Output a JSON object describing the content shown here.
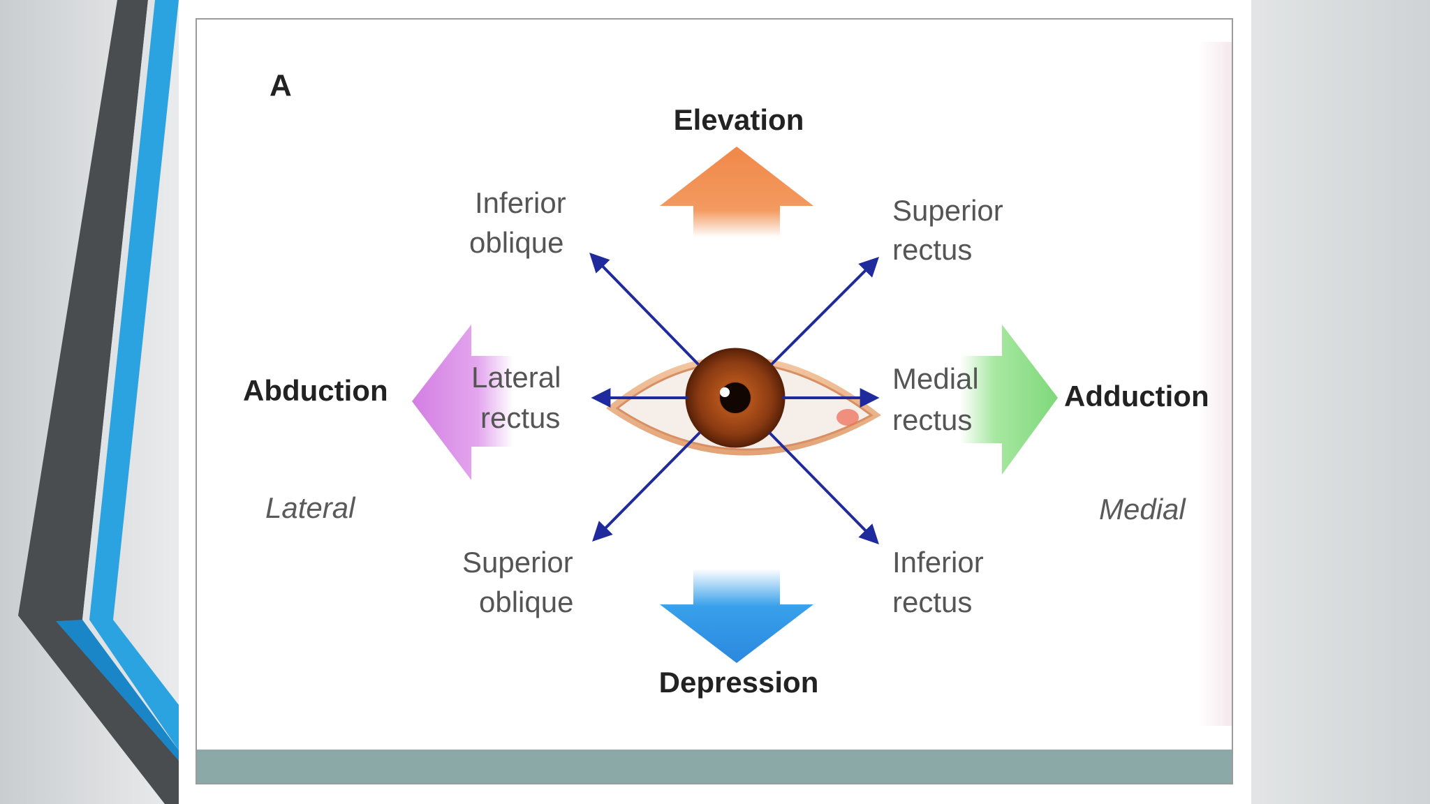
{
  "figure": {
    "panel_letter": "A",
    "directions": {
      "elevation": "Elevation",
      "depression": "Depression",
      "abduction": "Abduction",
      "adduction": "Adduction"
    },
    "sides": {
      "lateral": "Lateral",
      "medial": "Medial"
    },
    "muscles": {
      "inferior_oblique": [
        "Inferior",
        "oblique"
      ],
      "superior_rectus": [
        "Superior",
        "rectus"
      ],
      "lateral_rectus": [
        "Lateral",
        "rectus"
      ],
      "medial_rectus": [
        "Medial",
        "rectus"
      ],
      "superior_oblique": [
        "Superior",
        "oblique"
      ],
      "inferior_rectus": [
        "Inferior",
        "rectus"
      ]
    }
  },
  "colors": {
    "accent_blue": "#2aa3e0",
    "accent_dark": "#4a4d50",
    "muscle_arrow": "#1f2a9c",
    "elevation_arrow": "#f0894a",
    "depression_arrow": "#2f8fe0",
    "abduction_arrow": "#d98be6",
    "adduction_arrow": "#8ee08a",
    "iris": "#8a3a12",
    "footer_bar": "#8aa9a7"
  },
  "icons": {
    "eye": "eye-icon"
  }
}
